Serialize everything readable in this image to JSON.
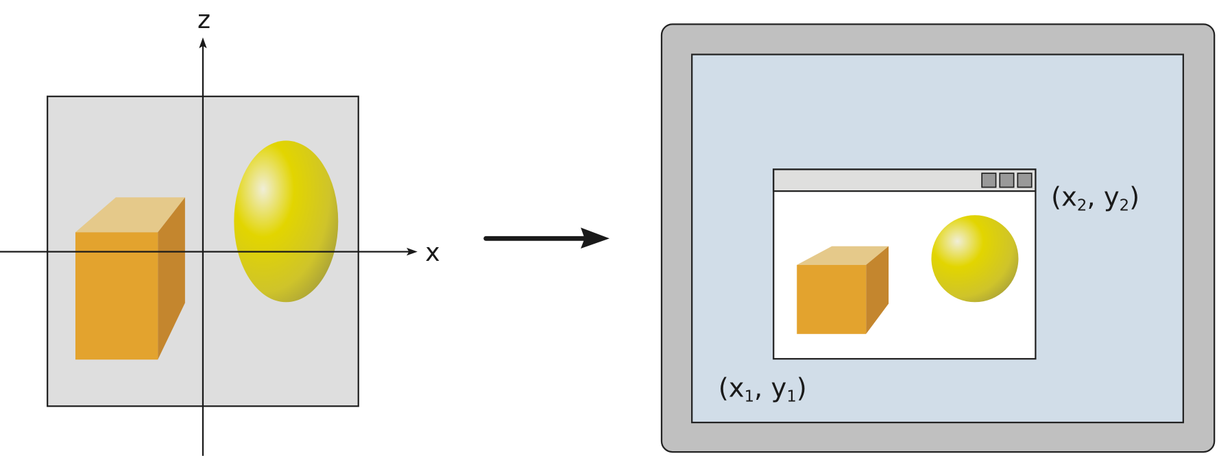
{
  "left_scene": {
    "axis_z_label": "z",
    "axis_x_label": "x",
    "colors": {
      "plane": "#dedede",
      "cube_front": "#e3a32e",
      "cube_top": "#e5c98a",
      "cube_side": "#c4862e",
      "ellipsoid": "#e0d400"
    }
  },
  "arrow": {
    "icon": "right-arrow-icon"
  },
  "right_scene": {
    "device_color": "#c0c0c0",
    "screen_color": "#d1dde8",
    "window": {
      "titlebar_color": "#dfdfde",
      "button_color": "#999999"
    },
    "corner_top_right": {
      "x": "x",
      "y": "y",
      "x_sub": "2",
      "y_sub": "2"
    },
    "corner_bottom_left": {
      "x": "x",
      "y": "y",
      "x_sub": "1",
      "y_sub": "1"
    }
  }
}
